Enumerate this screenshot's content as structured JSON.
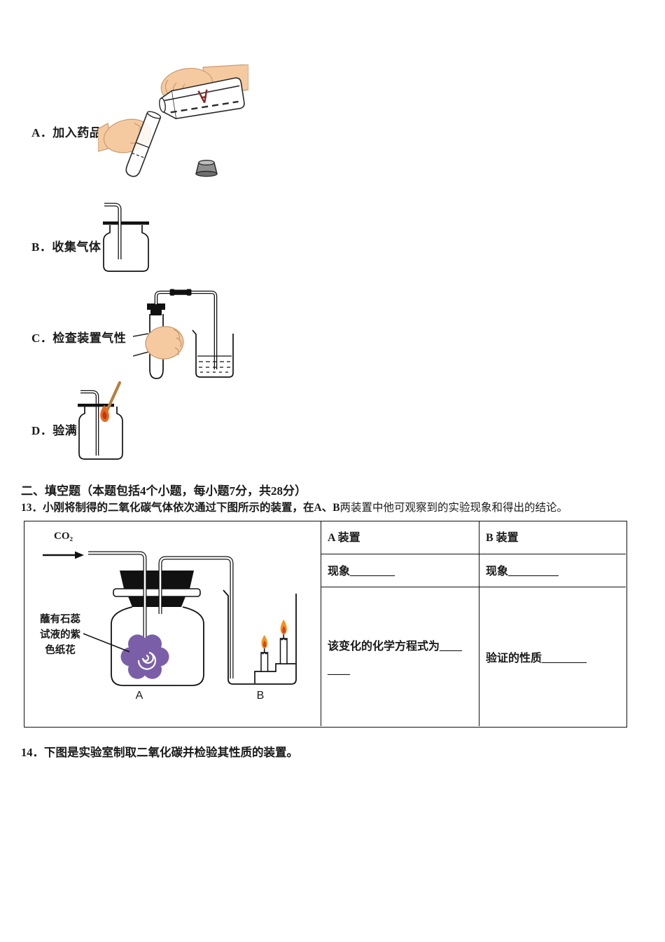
{
  "options": [
    {
      "label": "A．加入药品"
    },
    {
      "label": "B．收集气体"
    },
    {
      "label": "C．检查装置气性"
    },
    {
      "label": "D．验满"
    }
  ],
  "section": {
    "heading": "二、填空题（本题包括4个小题，每小题7分，共28分）"
  },
  "q13": {
    "bold_part": "13．小刚将制得的二氧化碳气体依次通过下图所示的装置，在A、B",
    "rest_part": "两装置中他可观察到的实验现象和得出的结论。"
  },
  "figure": {
    "gas_label": "CO₂",
    "flower_label_lines": [
      "蘸有石蕊",
      "试液的紫",
      "色纸花"
    ],
    "device_a_label": "A",
    "device_b_label": "B"
  },
  "table": {
    "header_a": "A 装置",
    "header_b": "B 装置",
    "phenomenon_a": "现象________",
    "phenomenon_b": "现象_________",
    "equation_line1": "该变化的化学方程式为____",
    "equation_line2": "____",
    "property_b": "验证的性质________"
  },
  "q14": {
    "text": "14．下图是实验室制取二氧化碳并检验其性质的装置。"
  },
  "colors": {
    "ink": "#1a1a1a",
    "skin": "#f6caa0",
    "skin_outline": "#c99a6e",
    "flower_purple": "#7a5fa8",
    "flame_orange": "#f6921e",
    "flame_red": "#d6451d",
    "splint_brown": "#b5803f",
    "label_red": "#8b2525"
  }
}
